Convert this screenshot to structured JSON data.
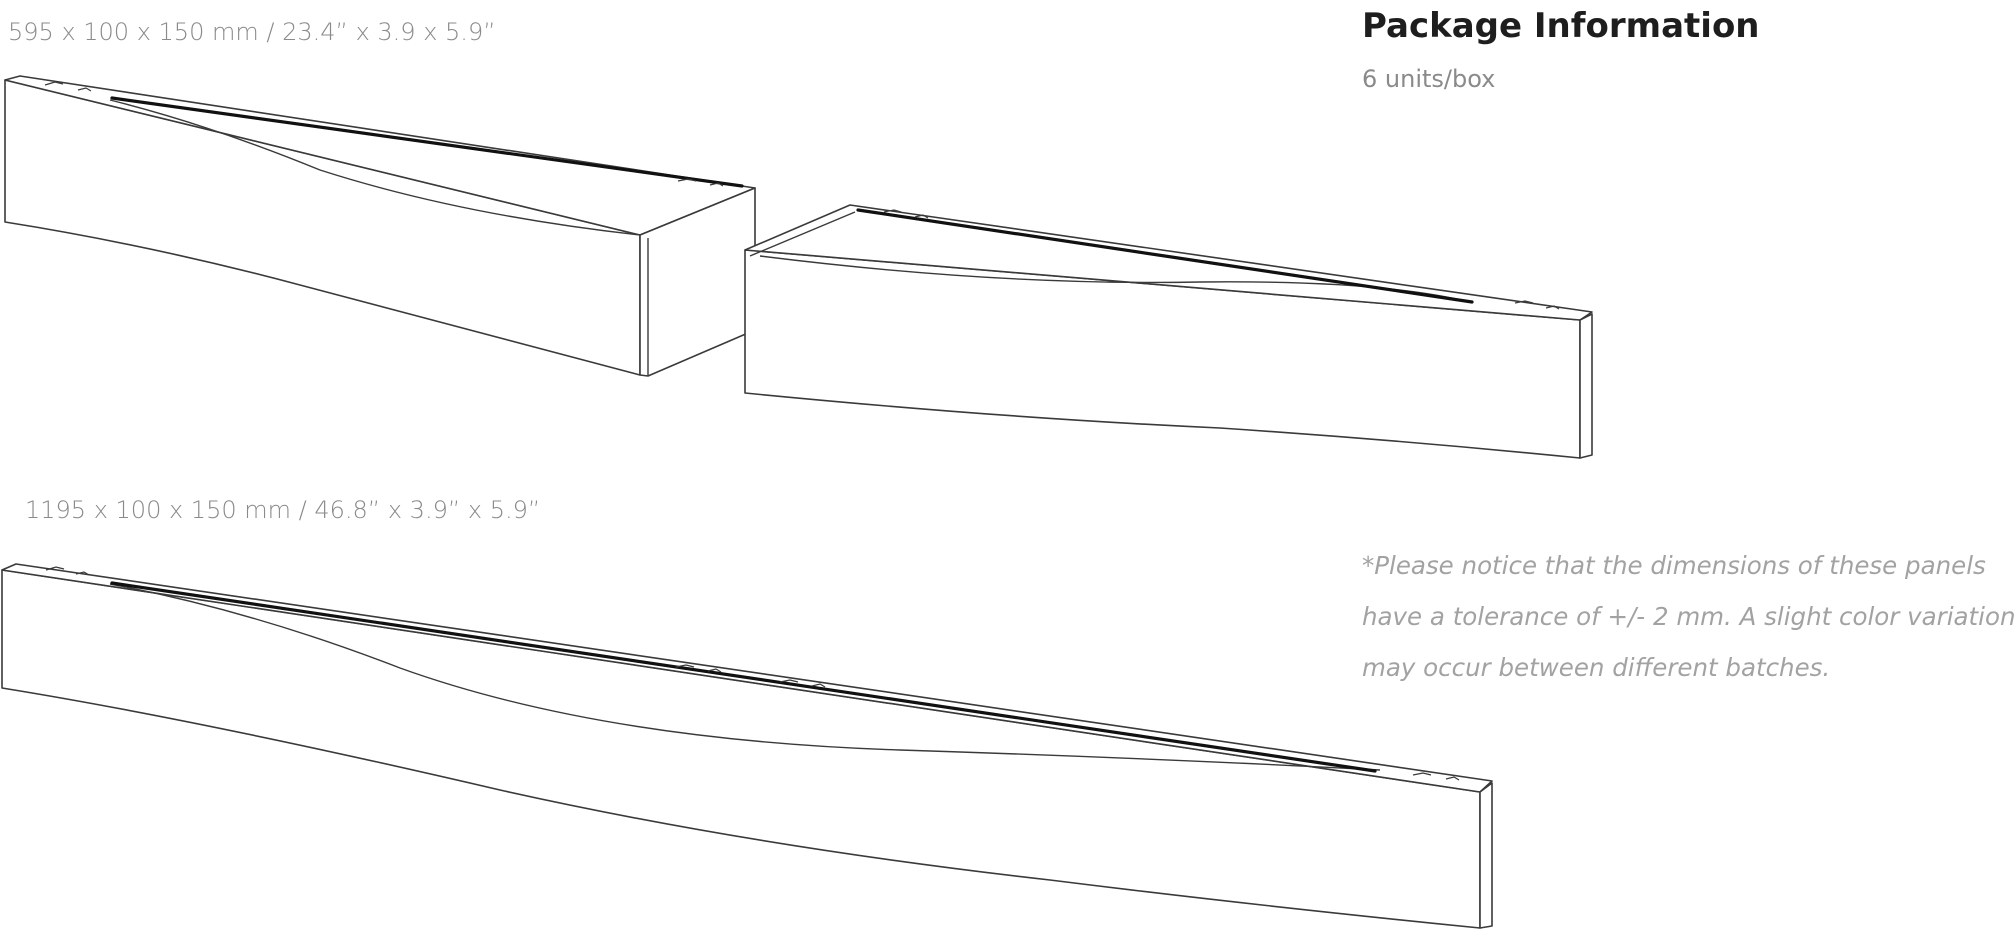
{
  "dimensions": {
    "small_panel": "595 x 100 x 150 mm / 23.4” x 3.9 x 5.9”",
    "large_panel": "1195 x 100 x 150 mm / 46.8” x 3.9” x 5.9”"
  },
  "package": {
    "title": "Package Information",
    "units": "6 units/box"
  },
  "notice": {
    "lines": [
      "*Please notice that the dimensions of these panels",
      "have a tolerance of +/- 2 mm. A slight color variation",
      "may occur between different batches."
    ]
  }
}
